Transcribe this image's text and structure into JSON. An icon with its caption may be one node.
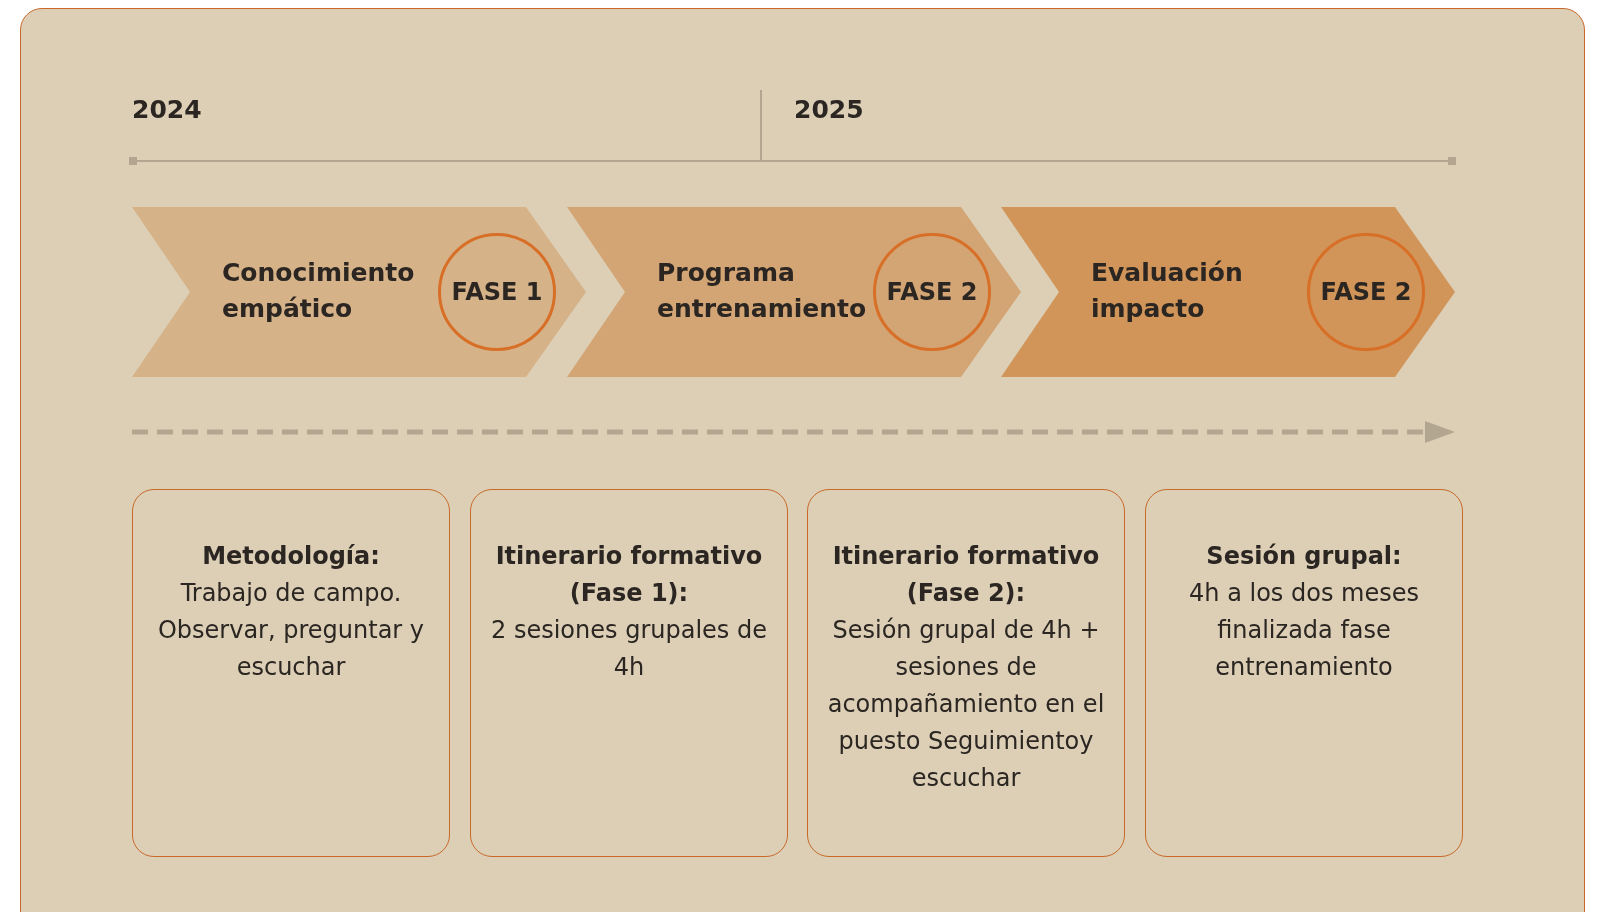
{
  "diagram": {
    "nodes": [
      {
        "text": [
          "Conocimiento empático"
        ]
      },
      {
        "text": [
          "FASE 1"
        ],
        "in": 0
      },
      {
        "text": [
          "Programa entrenamiento"
        ]
      },
      {
        "text": [
          "FASE 2"
        ],
        "in": 2
      },
      {
        "text": [
          "Evaluación impacto"
        ]
      },
      {
        "text": [
          "FASE 2"
        ],
        "in": 4
      },
      {
        "text": [
          "Metodología:",
          "Trabajo de campo. Observar, preguntar y escuchar"
        ]
      },
      {
        "text": [
          "Itinerario formativo (Fase 1):",
          "2 sesiones grupales de 4h"
        ]
      },
      {
        "text": [
          "Itinerario formativo (Fase 2):",
          "Sesión grupal de 4h + sesiones de acompañamiento en el puesto Seguimientoy escuchar"
        ]
      },
      {
        "text": [
          "Sesión grupal:",
          "4h a los dos meses finalizada fase entrenamiento"
        ]
      }
    ],
    "labels": [
      "2024",
      "2025"
    ]
  }
}
